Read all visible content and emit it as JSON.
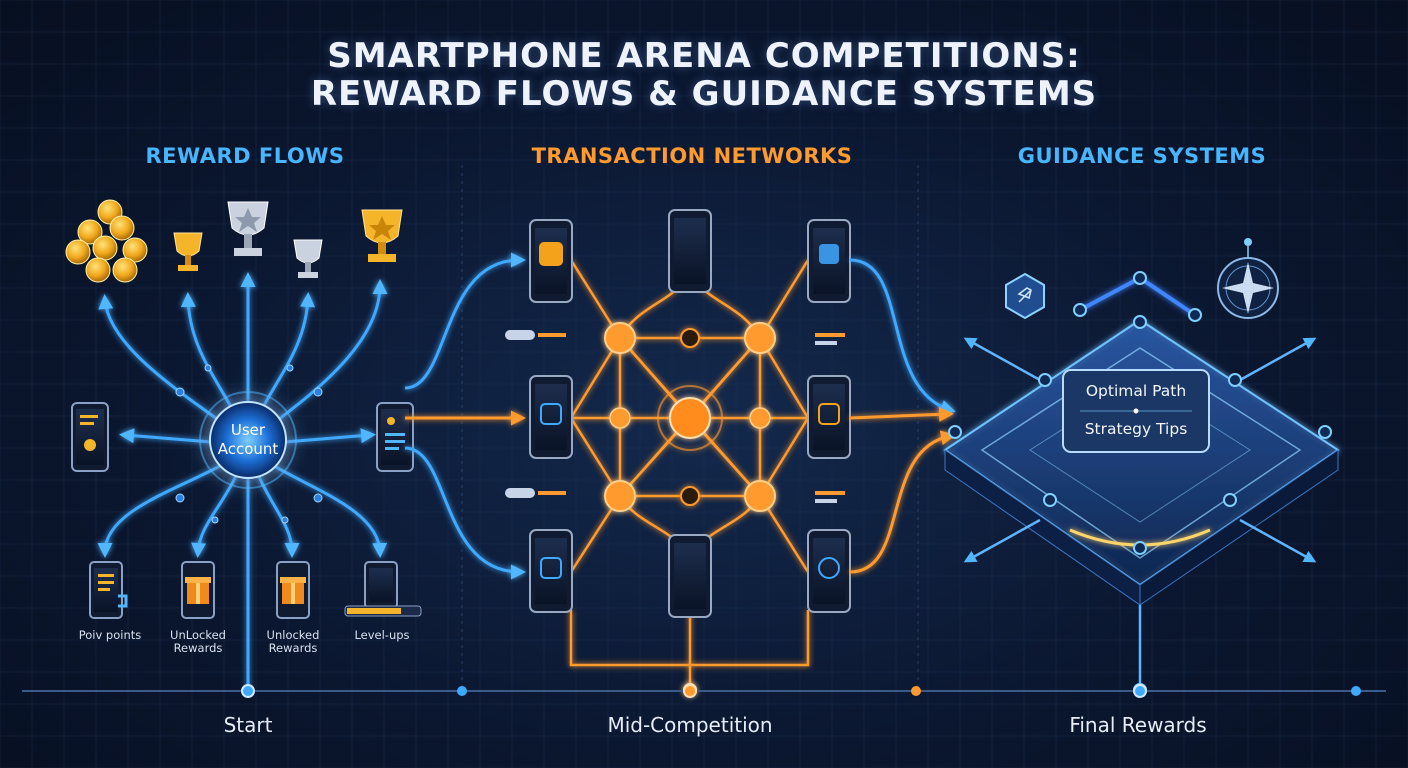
{
  "title": {
    "line1": "SMARTPHONE ARENA COMPETITIONS:",
    "line2": "REWARD FLOWS & GUIDANCE SYSTEMS"
  },
  "columns": {
    "reward": "REWARD FLOWS",
    "transaction": "TRANSACTION NETWORKS",
    "guidance": "GUIDANCE SYSTEMS"
  },
  "hub": {
    "line1": "User",
    "line2": "Account"
  },
  "reward_items": [
    {
      "line1": "Poiv points",
      "line2": ""
    },
    {
      "line1": "UnLocked",
      "line2": "Rewards"
    },
    {
      "line1": "Unlocked",
      "line2": "Rewards"
    },
    {
      "line1": "Level-ups",
      "line2": ""
    }
  ],
  "guidance_panel": {
    "line1": "Optimal Path",
    "line2": "Strategy Tips"
  },
  "timeline": {
    "start": "Start",
    "mid": "Mid-Competition",
    "end": "Final Rewards"
  },
  "colors": {
    "blue": "#3fa9ff",
    "orange": "#ff9a2e",
    "gold": "#f4b52a",
    "background": "#0b1730"
  }
}
